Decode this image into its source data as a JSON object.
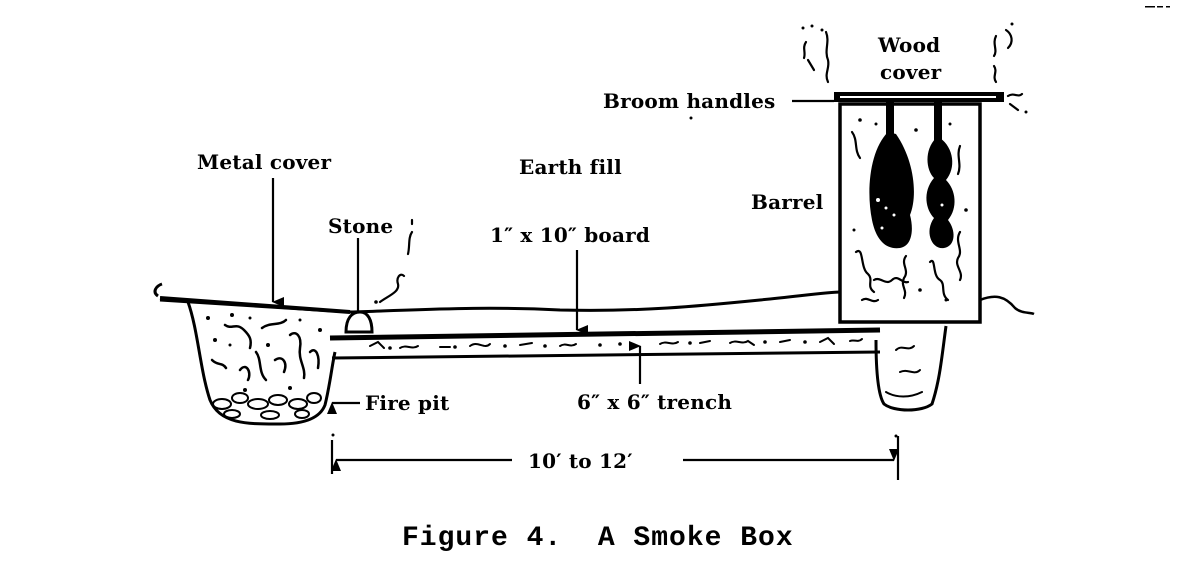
{
  "figure": {
    "caption": "Figure 4.  A Smoke Box",
    "labels": {
      "wood_cover_line1": "Wood",
      "wood_cover_line2": "cover",
      "broom_handles": "Broom handles",
      "metal_cover": "Metal cover",
      "earth_fill": "Earth fill",
      "barrel": "Barrel",
      "stone": "Stone",
      "board": "1″ x 10″ board",
      "fire_pit": "Fire pit",
      "trench": "6″ x 6″ trench",
      "distance": "10′ to 12′"
    },
    "colors": {
      "ink": "#000000",
      "paper": "#ffffff"
    }
  }
}
